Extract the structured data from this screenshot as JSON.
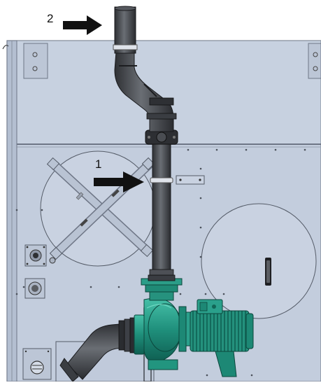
{
  "callouts": [
    {
      "number": "2",
      "target": "vent-pipe-outlet"
    },
    {
      "number": "1",
      "target": "pipe-clamp"
    }
  ],
  "colors": {
    "panel": "#c3cddd",
    "panel_edge": "#7a8291",
    "pipe": "#4a4d52",
    "pump_body": "#2a9a86",
    "arrow": "#111111"
  }
}
